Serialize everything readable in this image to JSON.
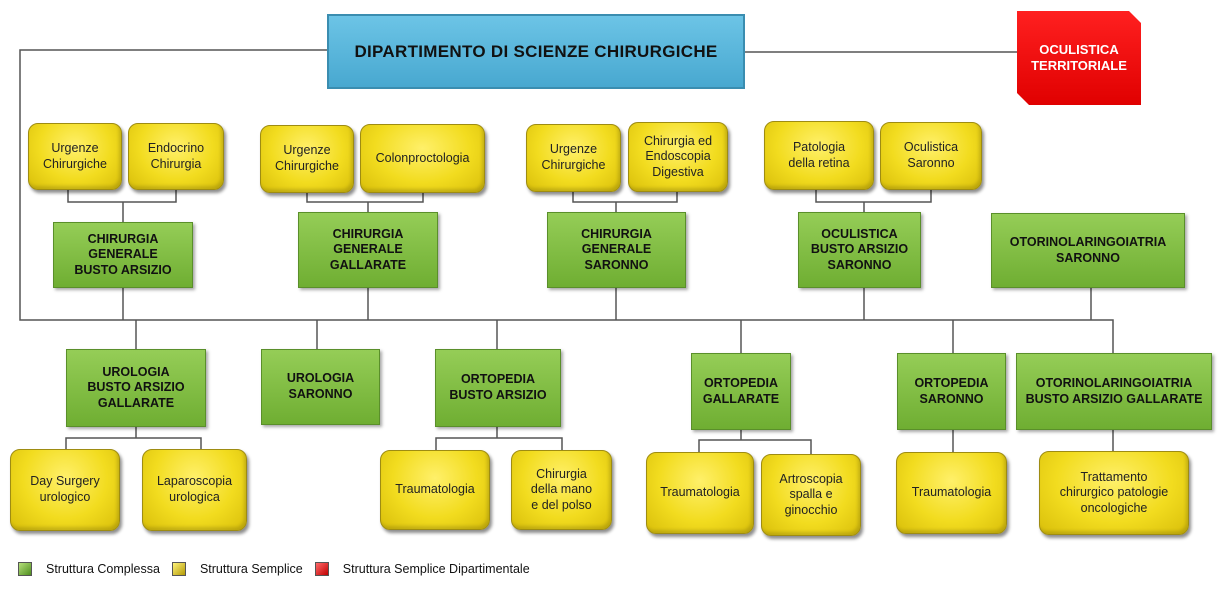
{
  "department": "DIPARTIMENTO DI SCIENZE CHIRURGICHE",
  "departmental_unit": "OCULISTICA\nTERRITORIALE",
  "top_groups": [
    {
      "unit": "CHIRURGIA\nGENERALE\nBUSTO ARSIZIO",
      "subs": [
        "Urgenze\nChirurgiche",
        "Endocrino\nChirurgia"
      ]
    },
    {
      "unit": "CHIRURGIA\nGENERALE\nGALLARATE",
      "subs": [
        "Urgenze\nChirurgiche",
        "Colonproctologia"
      ]
    },
    {
      "unit": "CHIRURGIA\nGENERALE\nSARONNO",
      "subs": [
        "Urgenze\nChirurgiche",
        "Chirurgia ed\nEndoscopia\nDigestiva"
      ]
    },
    {
      "unit": "OCULISTICA\nBUSTO ARSIZIO\nSARONNO",
      "subs": [
        "Patologia\ndella retina",
        "Oculistica\nSaronno"
      ]
    },
    {
      "unit": "OTORINOLARINGOIATRIA\nSARONNO",
      "subs": []
    }
  ],
  "bottom_groups": [
    {
      "unit": "UROLOGIA\nBUSTO ARSIZIO\nGALLARATE",
      "subs": [
        "Day Surgery\nurologico",
        "Laparoscopia\nurologica"
      ]
    },
    {
      "unit": "UROLOGIA\nSARONNO",
      "subs": []
    },
    {
      "unit": "ORTOPEDIA\nBUSTO ARSIZIO",
      "subs": [
        "Traumatologia",
        "Chirurgia\ndella mano\ne del polso"
      ]
    },
    {
      "unit": "ORTOPEDIA\nGALLARATE",
      "subs": [
        "Traumatologia",
        "Artroscopia\nspalla e\nginocchio"
      ]
    },
    {
      "unit": "ORTOPEDIA\nSARONNO",
      "subs": [
        "Traumatologia"
      ]
    },
    {
      "unit": "OTORINOLARINGOIATRIA\nBUSTO ARSIZIO GALLARATE",
      "subs": [
        "Trattamento\nchirurgico patologie\noncologiche"
      ]
    }
  ],
  "legend": [
    {
      "label": "Struttura Complessa",
      "color": "#6fae32"
    },
    {
      "label": "Struttura Semplice",
      "color": "#f2dc1f"
    },
    {
      "label": "Struttura Semplice Dipartimentale",
      "color": "#e00000"
    }
  ],
  "colors": {
    "department": "#48a8d0",
    "complex": "#6fae32",
    "simple": "#f2dc1f",
    "departmental": "#e00000",
    "connector": "#555555"
  }
}
